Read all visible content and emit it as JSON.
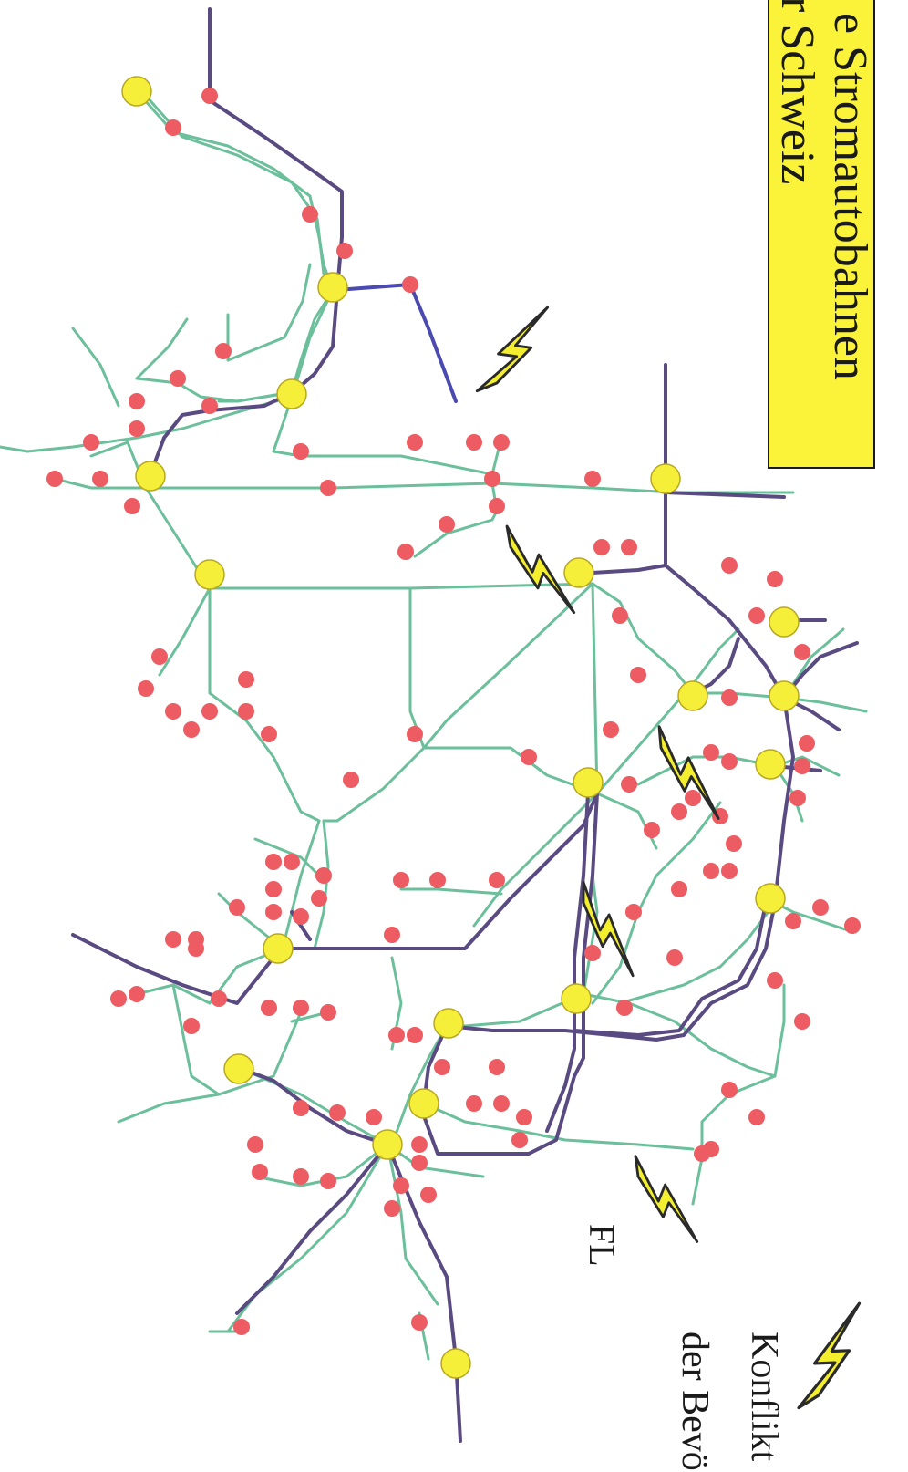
{
  "title": {
    "line1": "e Stromautobahnen",
    "line2": "r Schweiz"
  },
  "labels": {
    "fl": "FL"
  },
  "legend": {
    "line1": "Konflikt",
    "line2": "der Bevö"
  },
  "colors": {
    "title_bg": "#fbf33a",
    "line_green": "#6bbf9a",
    "line_purple": "#5a4a82",
    "line_blue": "#4a4ab0",
    "node_red": "#ec5c62",
    "node_yellow": "#f5ef3a",
    "lightning": "#f3ef2e"
  },
  "icons": [
    "lightning-conflict-icon"
  ]
}
